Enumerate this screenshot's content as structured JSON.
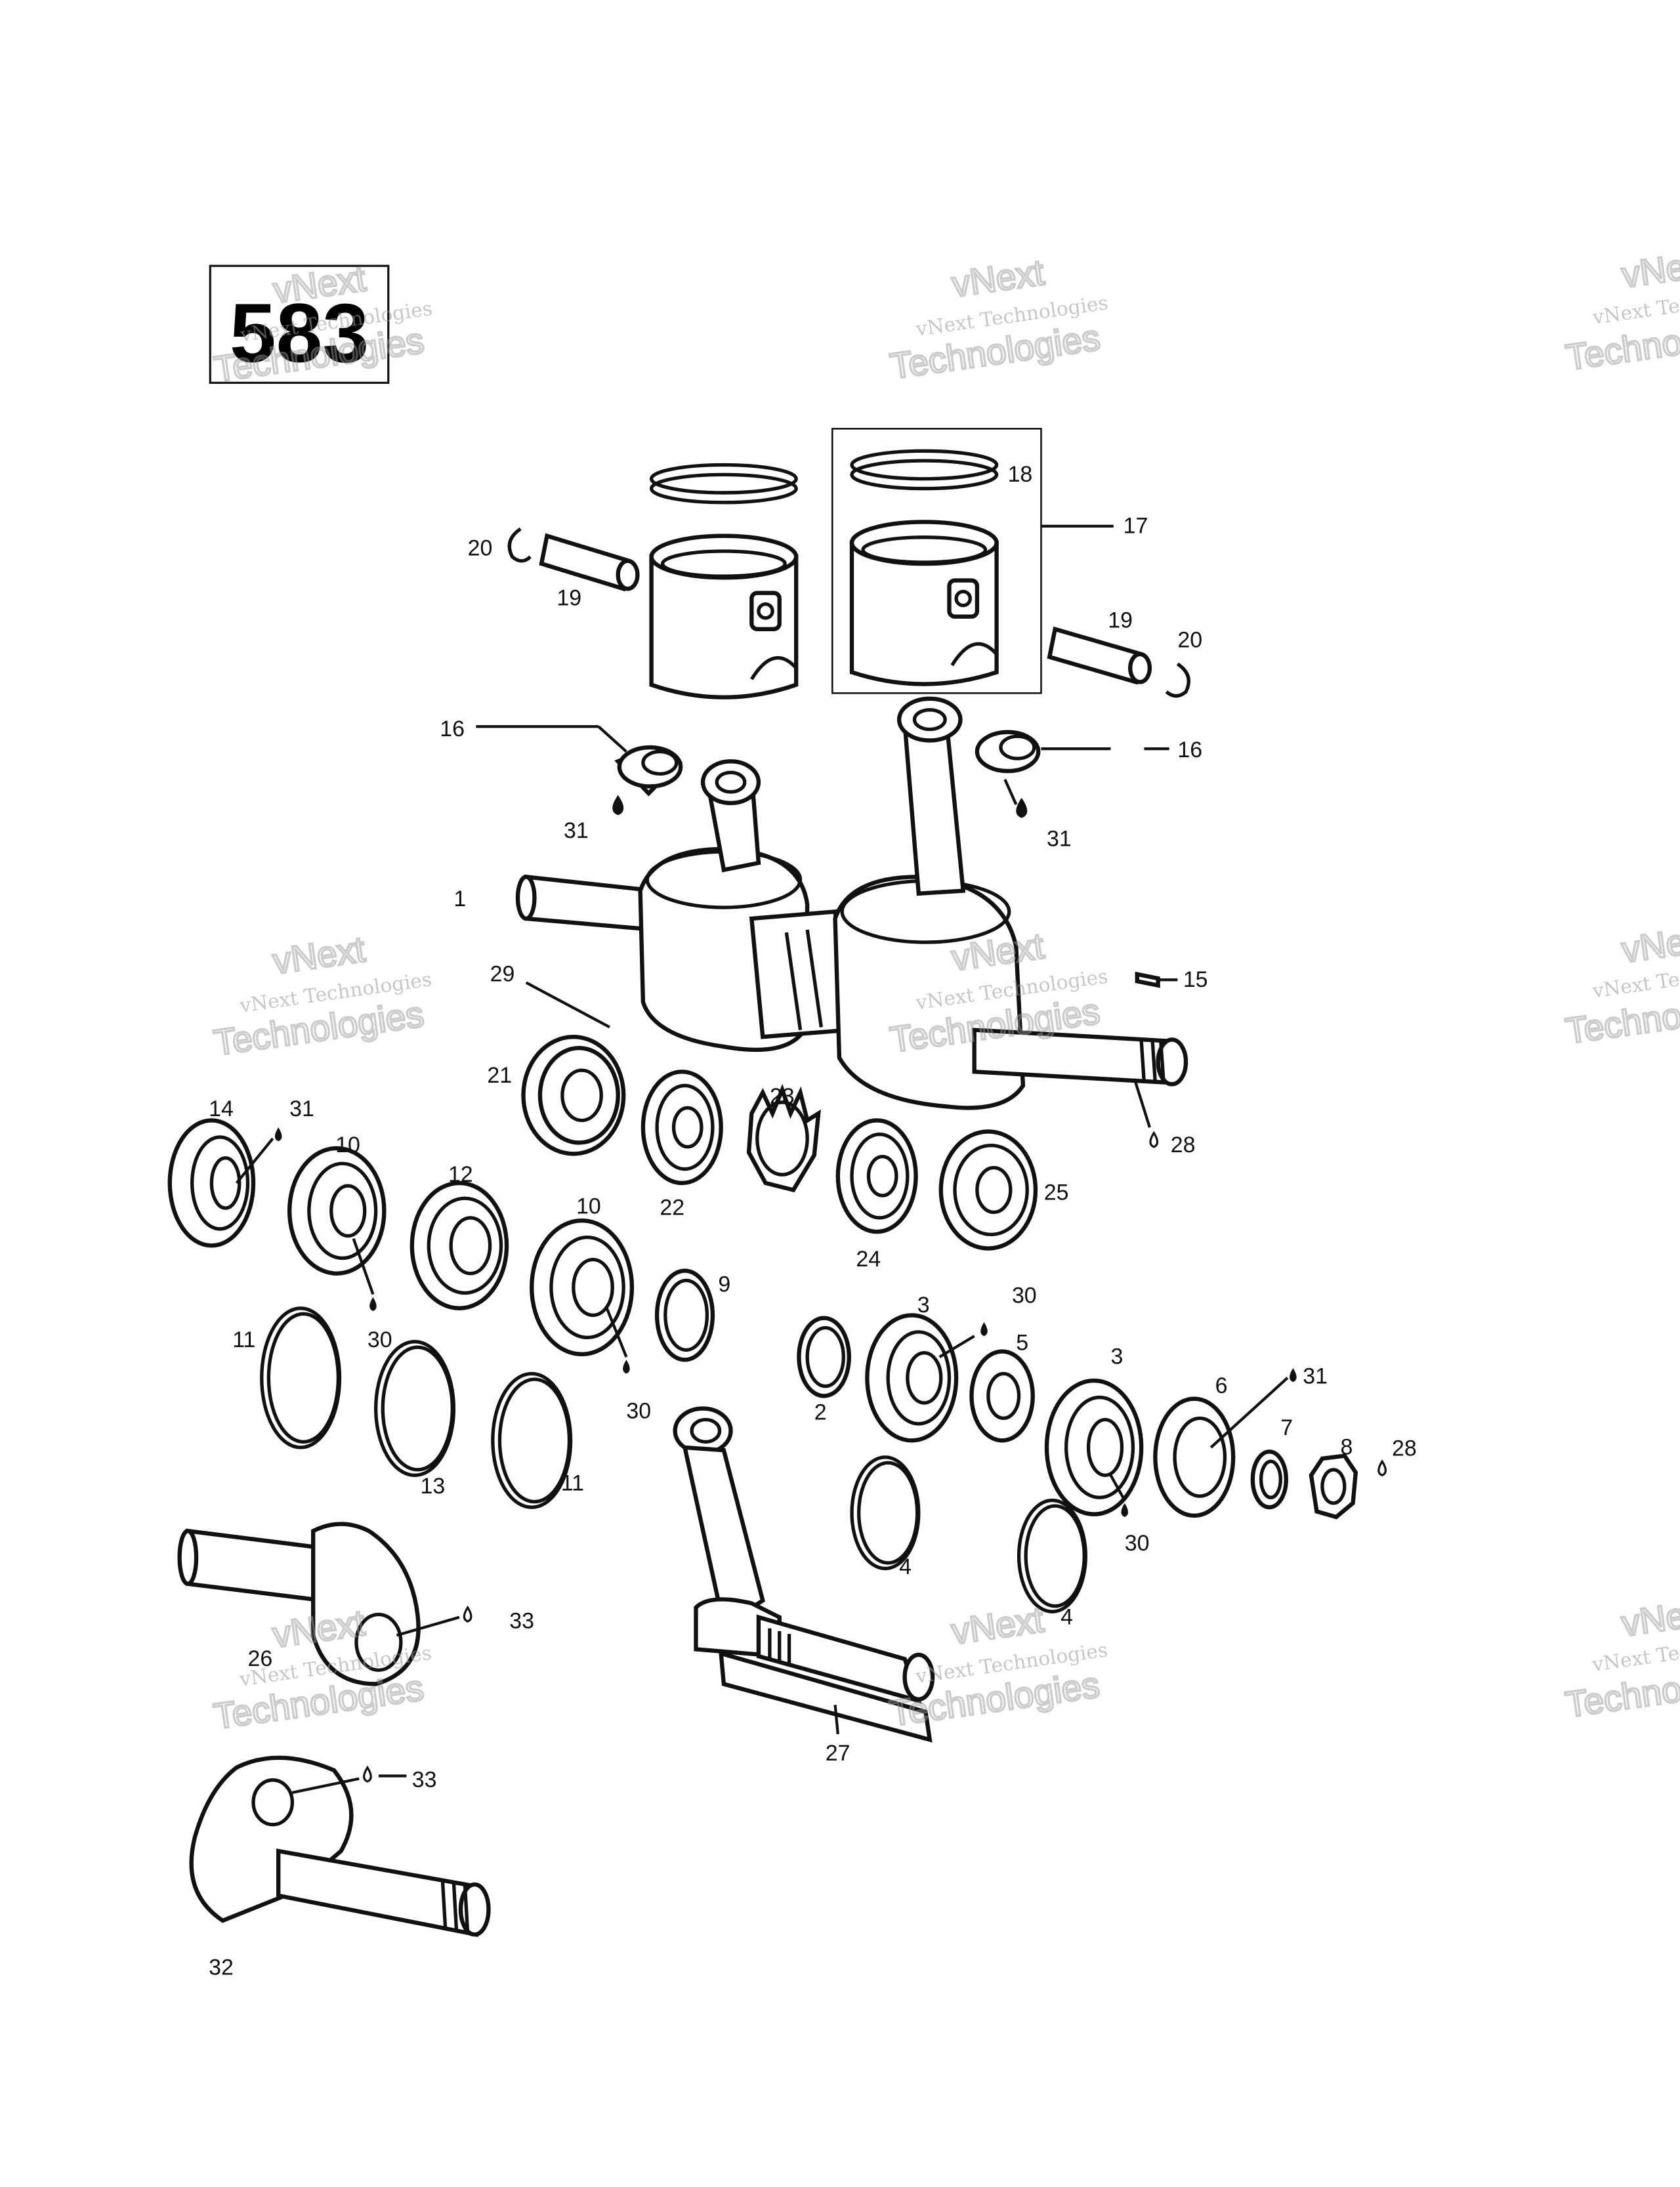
{
  "diagram": {
    "page_number": "583",
    "watermark_text": "vNext Technologies",
    "watermark_big_1": "vNext",
    "watermark_big_2": "Technologies",
    "labels": {
      "n1": "1",
      "n2": "2",
      "n3a": "3",
      "n3b": "3",
      "n4a": "4",
      "n4b": "4",
      "n5": "5",
      "n6": "6",
      "n7": "7",
      "n8": "8",
      "n9": "9",
      "n10a": "10",
      "n10b": "10",
      "n11a": "11",
      "n11b": "11",
      "n12": "12",
      "n13": "13",
      "n14": "14",
      "n15": "15",
      "n16a": "16",
      "n16b": "16",
      "n17": "17",
      "n18": "18",
      "n19a": "19",
      "n19b": "19",
      "n20a": "20",
      "n20b": "20",
      "n21": "21",
      "n22": "22",
      "n23": "23",
      "n24": "24",
      "n25": "25",
      "n26": "26",
      "n27": "27",
      "n28a": "28",
      "n28b": "28",
      "n29": "29",
      "n30a": "30",
      "n30b": "30",
      "n30c": "30",
      "n30d": "30",
      "n31a": "31",
      "n31b": "31",
      "n31c": "31",
      "n31d": "31",
      "n32": "32",
      "n33a": "33",
      "n33b": "33"
    }
  }
}
